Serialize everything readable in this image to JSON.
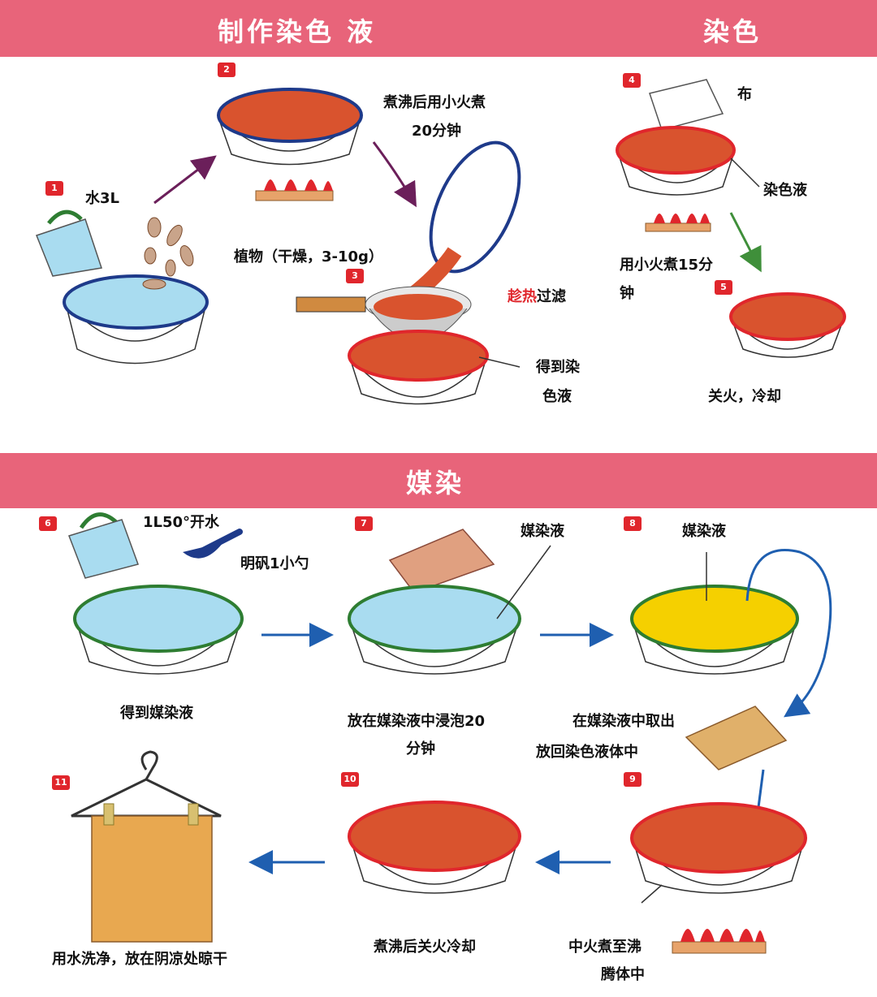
{
  "sections": {
    "make_dye": "制作染色 液",
    "dyeing": "染色",
    "mordant": "媒染"
  },
  "steps": {
    "s1": "1",
    "s2": "2",
    "s3": "3",
    "s4": "4",
    "s5": "5",
    "s6": "6",
    "s7": "7",
    "s8": "8",
    "s9": "9",
    "s10": "10",
    "s11": "11"
  },
  "labels": {
    "water": "水3L",
    "boil_line1": "煮沸后用小火煮",
    "boil_line2": "20分钟",
    "plant": "植物（干燥，3-10g）",
    "filter_hot": "趁热",
    "filter_rest": "过滤",
    "get_dye_line1": "得到染",
    "get_dye_line2": "色液",
    "cloth": "布",
    "dye_liquid": "染色液",
    "simmer_line1": "用小火煮15分",
    "simmer_line2": "钟",
    "cool": "关火，冷却",
    "hot_water": "1L50°开水",
    "alum": "明矾1小勺",
    "get_mordant": "得到媒染液",
    "mordant_liquid_7": "媒染液",
    "soak_line1": "放在媒染液中浸泡20",
    "soak_line2": "分钟",
    "mordant_liquid_8": "媒染液",
    "take_out_line1": "在媒染液中取出",
    "take_out_line2": "放回染色液体中",
    "medium_boil_line1": "中火煮至沸",
    "medium_boil_line2": "腾体中",
    "boil_cool": "煮沸后关火冷却",
    "wash_dry": "用水洗净，放在阴凉处晾干"
  },
  "colors": {
    "banner": "#e8647a",
    "step_badge": "#e0262c",
    "water": "#a9dcf0",
    "dye": "#d9532e",
    "mordant_yellow": "#f5d000",
    "bowl_blue_rim": "#1e3a8a",
    "bowl_red_rim": "#e0262c",
    "bowl_green_rim": "#2e7d32",
    "arrow_blue": "#1f5fb0",
    "arrow_purple": "#6b1f5a",
    "arrow_green": "#3f8f3a"
  }
}
